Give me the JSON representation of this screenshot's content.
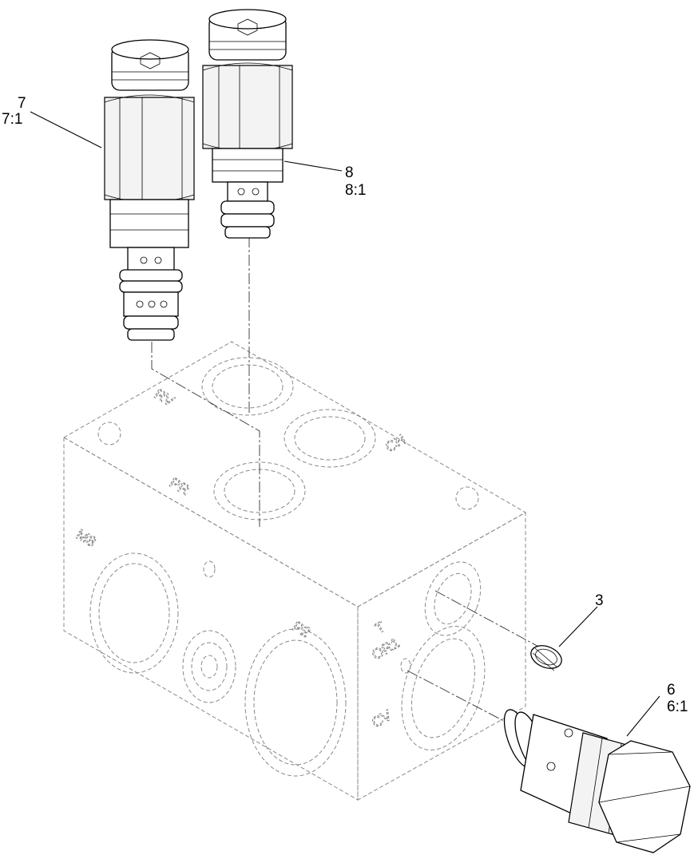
{
  "diagram": {
    "callouts": [
      {
        "id": "7",
        "sub": "7:1"
      },
      {
        "id": "8",
        "sub": "8:1"
      },
      {
        "id": "3"
      },
      {
        "id": "6",
        "sub": "6:1"
      }
    ],
    "port_labels": [
      "RV",
      "CH",
      "PR",
      "M8",
      "P2",
      "T",
      "OR1",
      "CV"
    ]
  }
}
